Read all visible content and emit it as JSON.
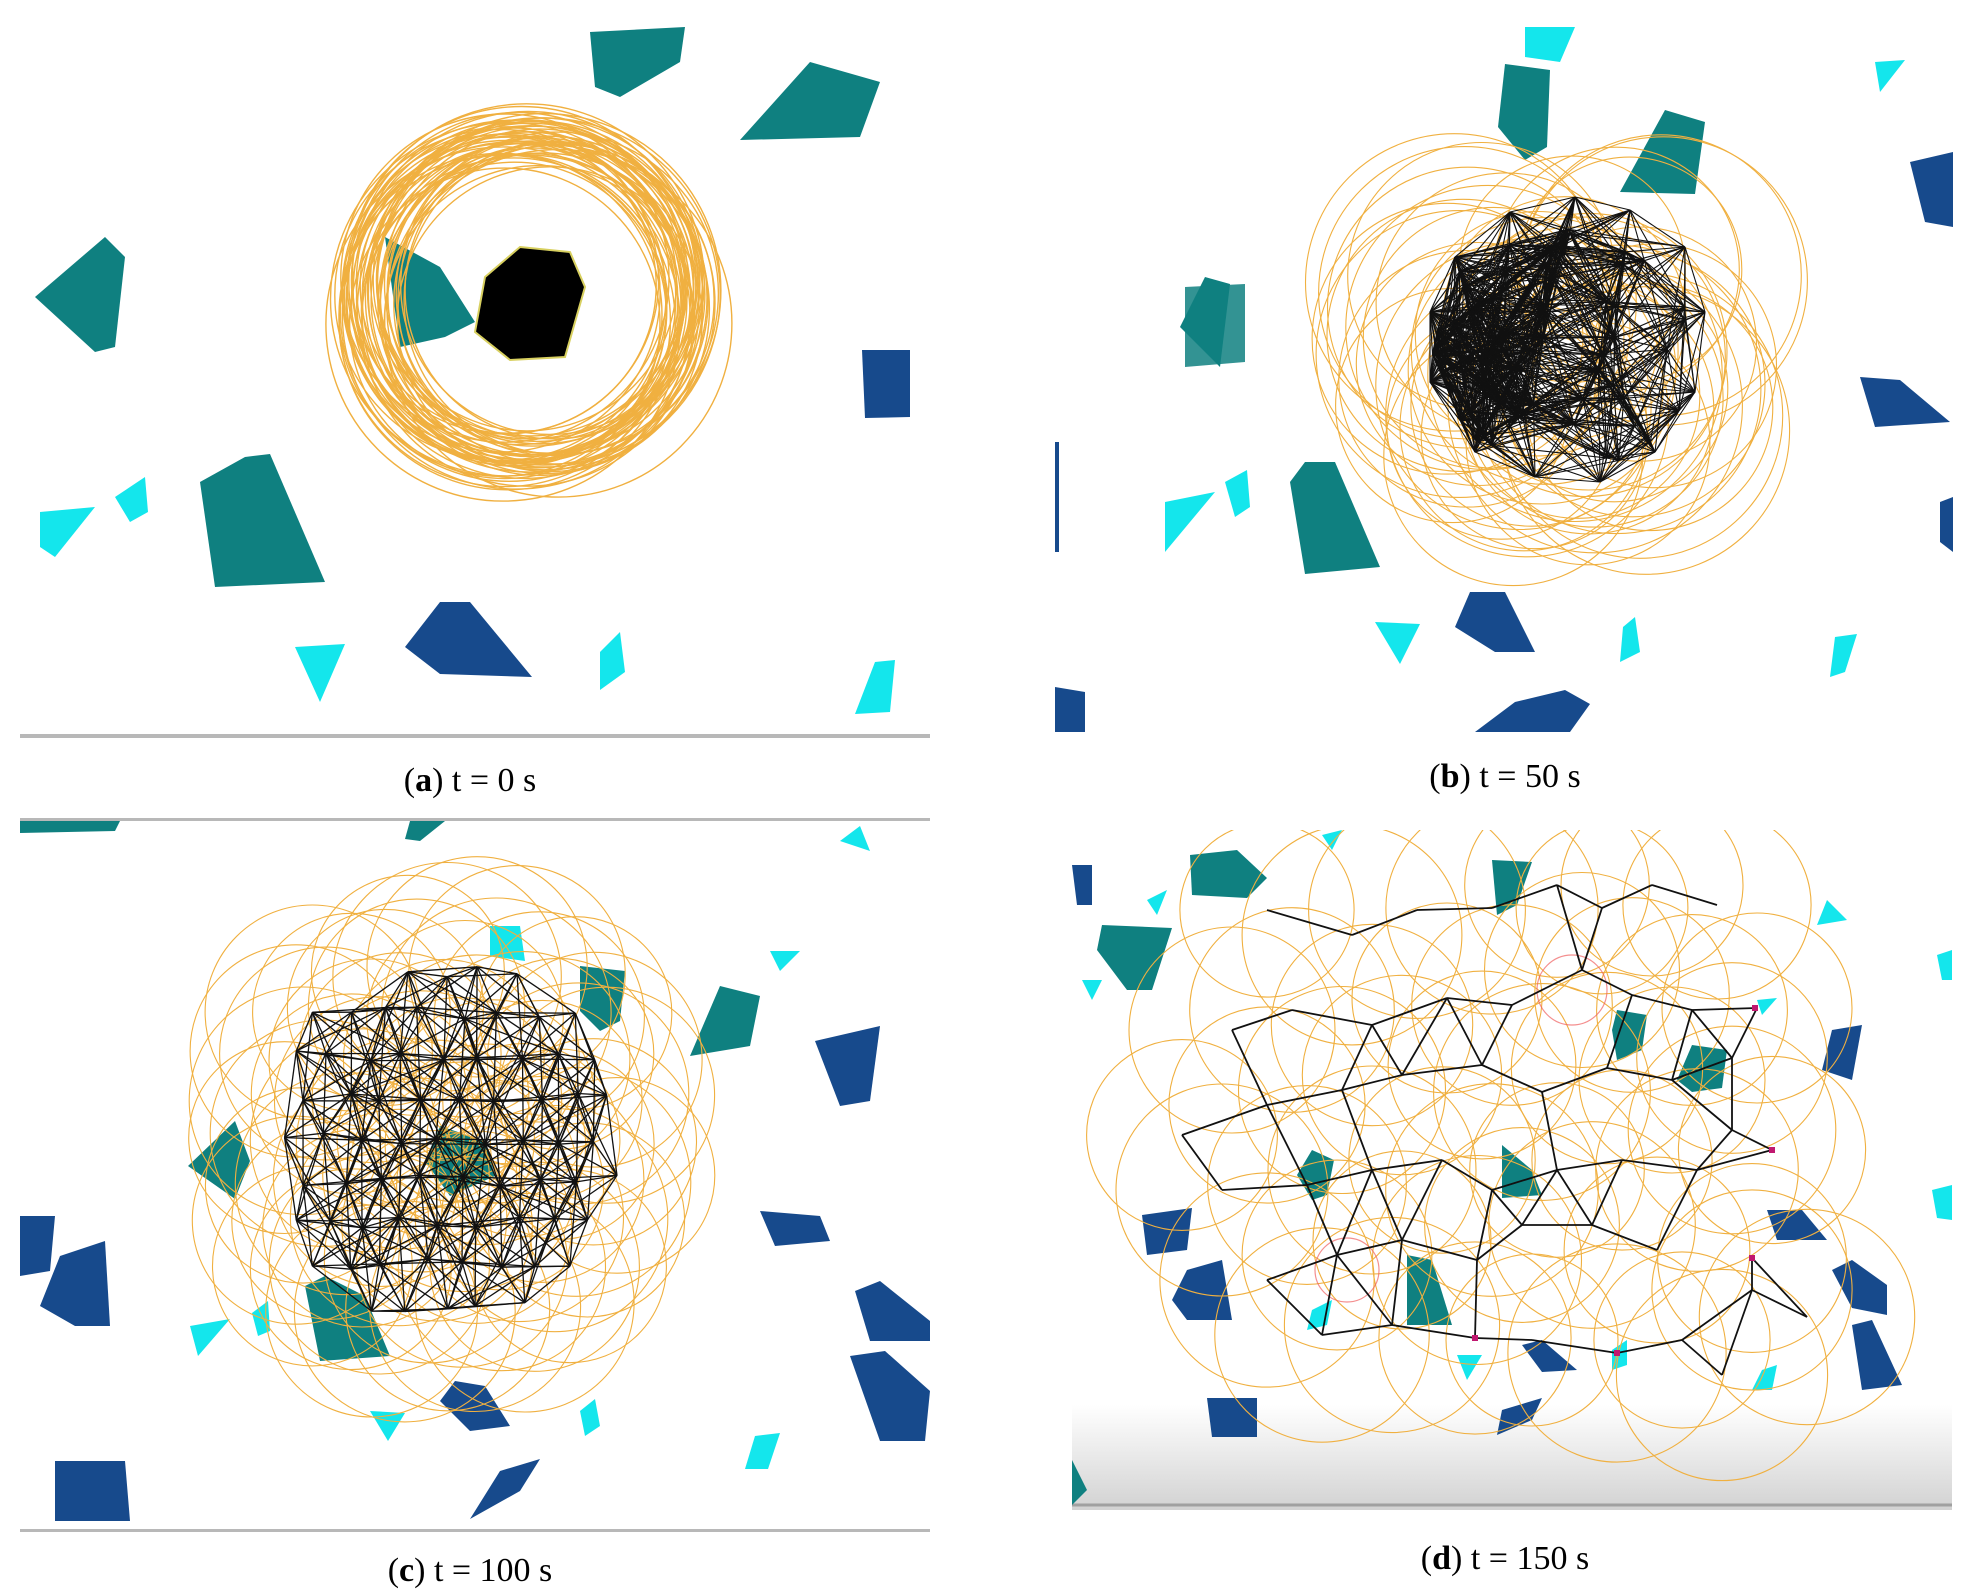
{
  "panels": [
    {
      "id": "a",
      "letter": "a",
      "label": "t = 0 s"
    },
    {
      "id": "b",
      "letter": "b",
      "label": "t = 50 s"
    },
    {
      "id": "c",
      "letter": "c",
      "label": "t = 100 s"
    },
    {
      "id": "d",
      "letter": "d",
      "label": "t = 150 s"
    }
  ],
  "colors": {
    "teal_obstacle": "#0f8080",
    "cyan_obstacle": "#14e6ec",
    "navy_obstacle": "#174a8c",
    "sensing_circle": "#f0b040",
    "network_edge": "#111111"
  }
}
